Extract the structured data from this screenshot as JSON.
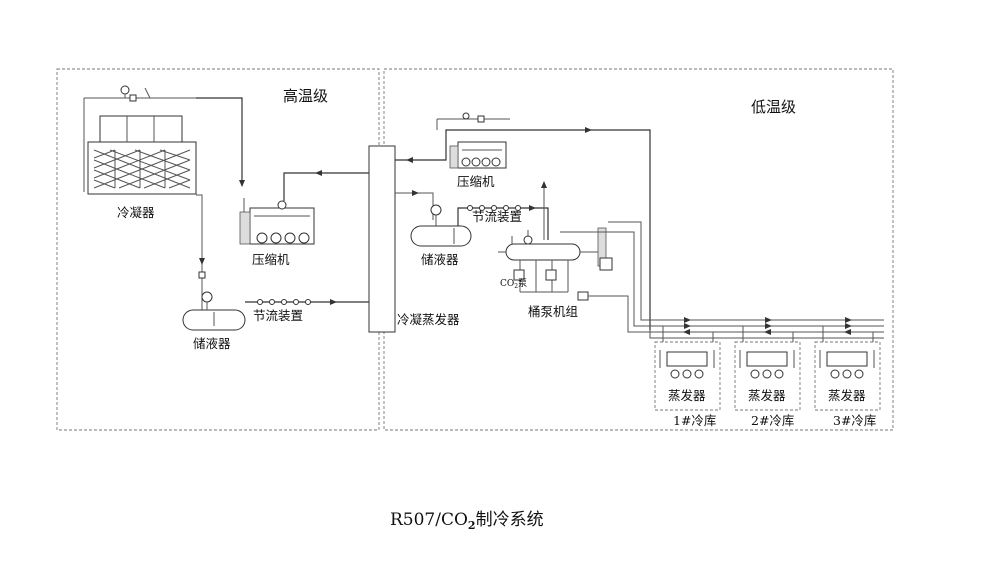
{
  "sections": {
    "high": "高温级",
    "low": "低温级"
  },
  "labels": {
    "condenser": "冷凝器",
    "compressor_high": "压缩机",
    "receiver_high": "储液器",
    "throttle_high": "节流装置",
    "cascade": "冷凝蒸发器",
    "compressor_low": "压缩机",
    "receiver_low": "储液器",
    "throttle_low": "节流装置",
    "co2_pump_main": "CO",
    "co2_pump_sub": "2",
    "co2_pump_suffix": "泵",
    "pump_unit": "桶泵机组"
  },
  "evaporators": [
    {
      "label": "蒸发器",
      "room": "1#冷库"
    },
    {
      "label": "蒸发器",
      "room": "2#冷库"
    },
    {
      "label": "蒸发器",
      "room": "3#冷库"
    }
  ],
  "caption": {
    "main": "R507/CO",
    "sub": "2",
    "suffix": "制冷系统"
  }
}
